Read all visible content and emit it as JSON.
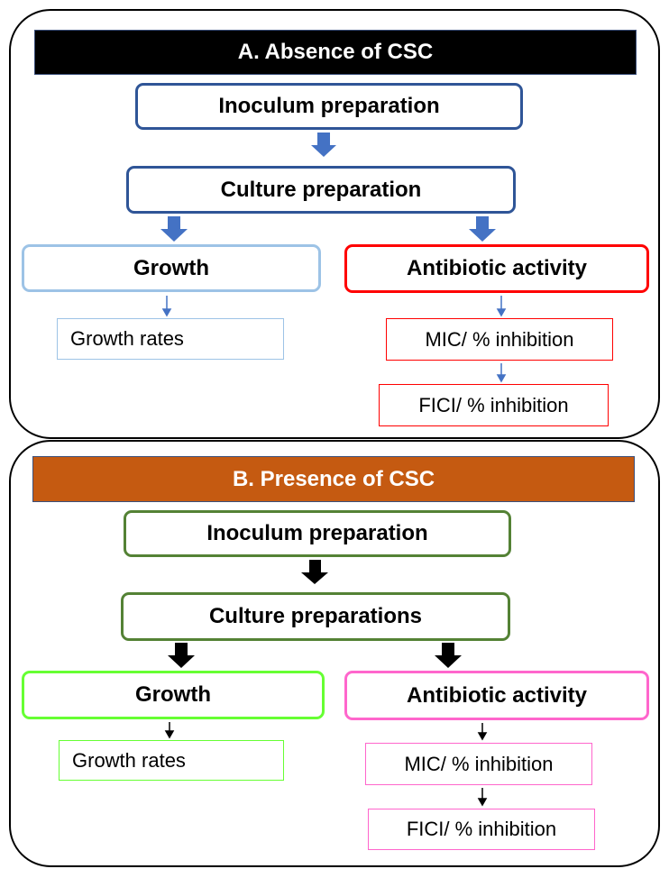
{
  "panel_a": {
    "title": "A. Absence of CSC",
    "inoculum": "Inoculum preparation",
    "culture": "Culture preparation",
    "growth": "Growth",
    "growth_rates": "Growth rates",
    "antibiotic": "Antibiotic activity",
    "mic": "MIC/  % inhibition",
    "fici": "FICI/  % inhibition",
    "colors": {
      "banner": "#000000",
      "main_border": "#2f5597",
      "growth_border": "#9dc3e6",
      "antibiotic_border": "#ff0000",
      "arrow": "#4472c4"
    }
  },
  "panel_b": {
    "title": "B. Presence of CSC",
    "inoculum": "Inoculum preparation",
    "culture": "Culture preparations",
    "growth": "Growth",
    "growth_rates": "Growth rates",
    "antibiotic": "Antibiotic activity",
    "mic": "MIC/  % inhibition",
    "fici": "FICI/  % inhibition",
    "colors": {
      "banner": "#c55a11",
      "main_border": "#548235",
      "growth_border": "#66ff33",
      "antibiotic_border": "#ff66cc",
      "arrow": "#000000"
    }
  }
}
